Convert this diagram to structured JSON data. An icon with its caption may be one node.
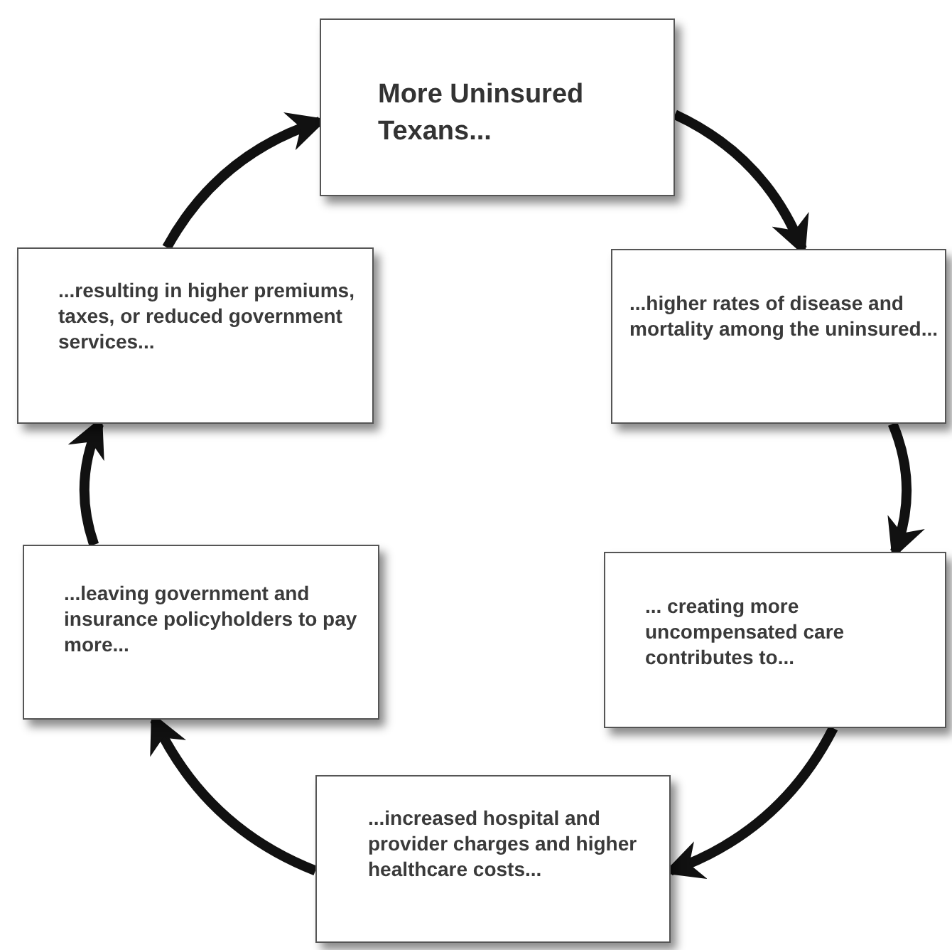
{
  "diagram": {
    "nodes": [
      {
        "text": [
          "More Uninsured Texans..."
        ]
      },
      {
        "text": [
          "...resulting in higher premiums, taxes, or reduced government services..."
        ]
      },
      {
        "text": [
          "...higher rates of disease and mortality among the uninsured..."
        ]
      },
      {
        "text": [
          "...leaving government and insurance policyholders to pay more..."
        ]
      },
      {
        "text": [
          "... creating more uncompensated care contributes to..."
        ]
      },
      {
        "text": [
          "...increased hospital and provider charges and higher healthcare costs..."
        ]
      }
    ],
    "edges": [
      {
        "from": 0,
        "to": 2,
        "arrow": "to"
      },
      {
        "from": 2,
        "to": 4,
        "arrow": "to"
      },
      {
        "from": 4,
        "to": 5,
        "arrow": "to"
      },
      {
        "from": 5,
        "to": 3,
        "arrow": "to"
      },
      {
        "from": 3,
        "to": 1,
        "arrow": "to"
      },
      {
        "from": 1,
        "to": 0,
        "arrow": "to"
      }
    ]
  }
}
